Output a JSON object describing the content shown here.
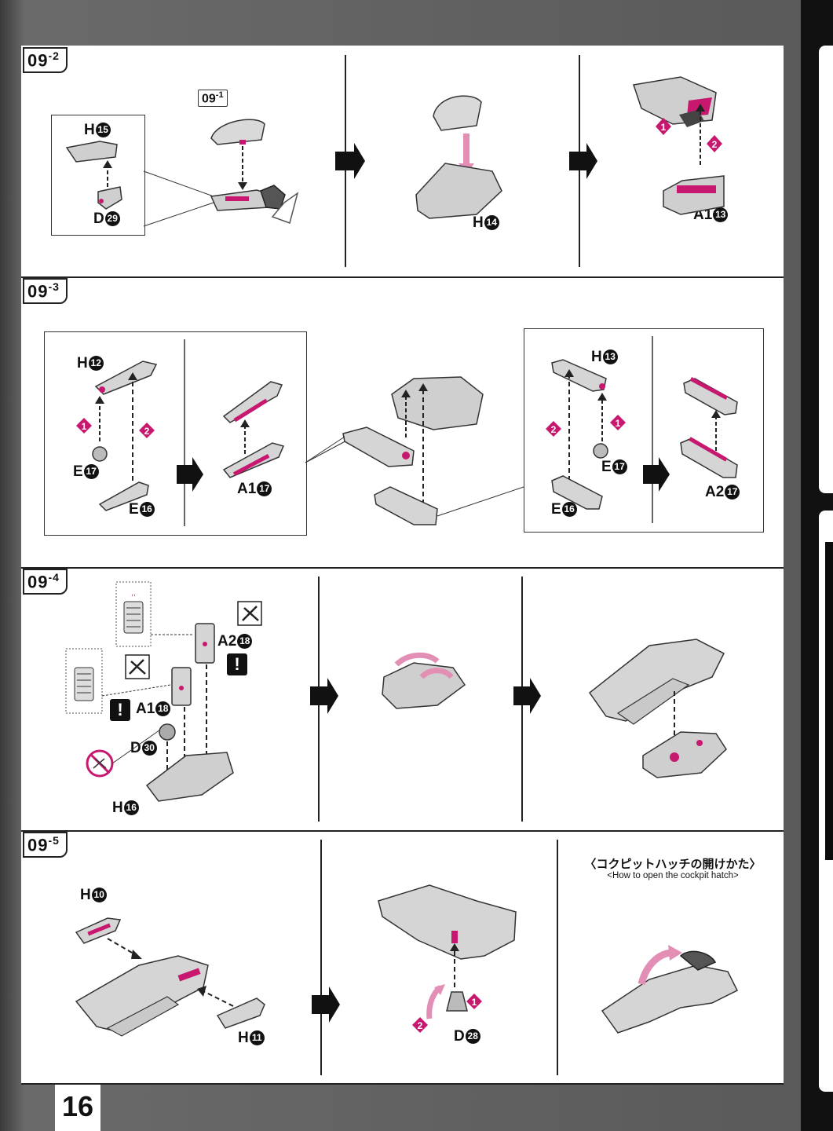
{
  "page_number": "16",
  "sections": [
    {
      "step": "09",
      "sub": "2"
    },
    {
      "step": "09",
      "sub": "3"
    },
    {
      "step": "09",
      "sub": "4"
    },
    {
      "step": "09",
      "sub": "5"
    }
  ],
  "s2": {
    "ref_step": "09",
    "ref_sub": "1",
    "inset_top_part": "H",
    "inset_top_num": "15",
    "inset_bottom_part": "D",
    "inset_bottom_num": "29",
    "part_h14": "H",
    "num_h14": "14",
    "part_a1": "A1",
    "num_a1": "13",
    "order1": "1",
    "order2": "2"
  },
  "s3": {
    "left_top_part": "H",
    "left_top_num": "12",
    "left_e17_part": "E",
    "left_e17_num": "17",
    "left_e16_part": "E",
    "left_e16_num": "16",
    "left_result_part": "A1",
    "left_result_num": "17",
    "right_top_part": "H",
    "right_top_num": "13",
    "right_e17_part": "E",
    "right_e17_num": "17",
    "right_e16_part": "E",
    "right_e16_num": "16",
    "right_result_part": "A2",
    "right_result_num": "17",
    "order1": "1",
    "order2": "2"
  },
  "s4": {
    "a2_part": "A2",
    "a2_num": "18",
    "a1_part": "A1",
    "a1_num": "18",
    "d_part": "D",
    "d_num": "30",
    "h_part": "H",
    "h_num": "16",
    "warn": "!"
  },
  "s5": {
    "h10_part": "H",
    "h10_num": "10",
    "h11_part": "H",
    "h11_num": "11",
    "d_part": "D",
    "d_num": "28",
    "order1": "1",
    "order2": "2",
    "hatch_title": "〈コクピットハッチの開けかた〉",
    "hatch_subtitle": "<How to open the cockpit hatch>"
  },
  "colors": {
    "accent": "#c8176e",
    "part_gray": "#c9c9c9",
    "line": "#222222"
  },
  "icons": [
    "arrow-right-icon",
    "nipper-icon",
    "no-cut-icon",
    "warning-icon",
    "curved-arrow-icon"
  ]
}
